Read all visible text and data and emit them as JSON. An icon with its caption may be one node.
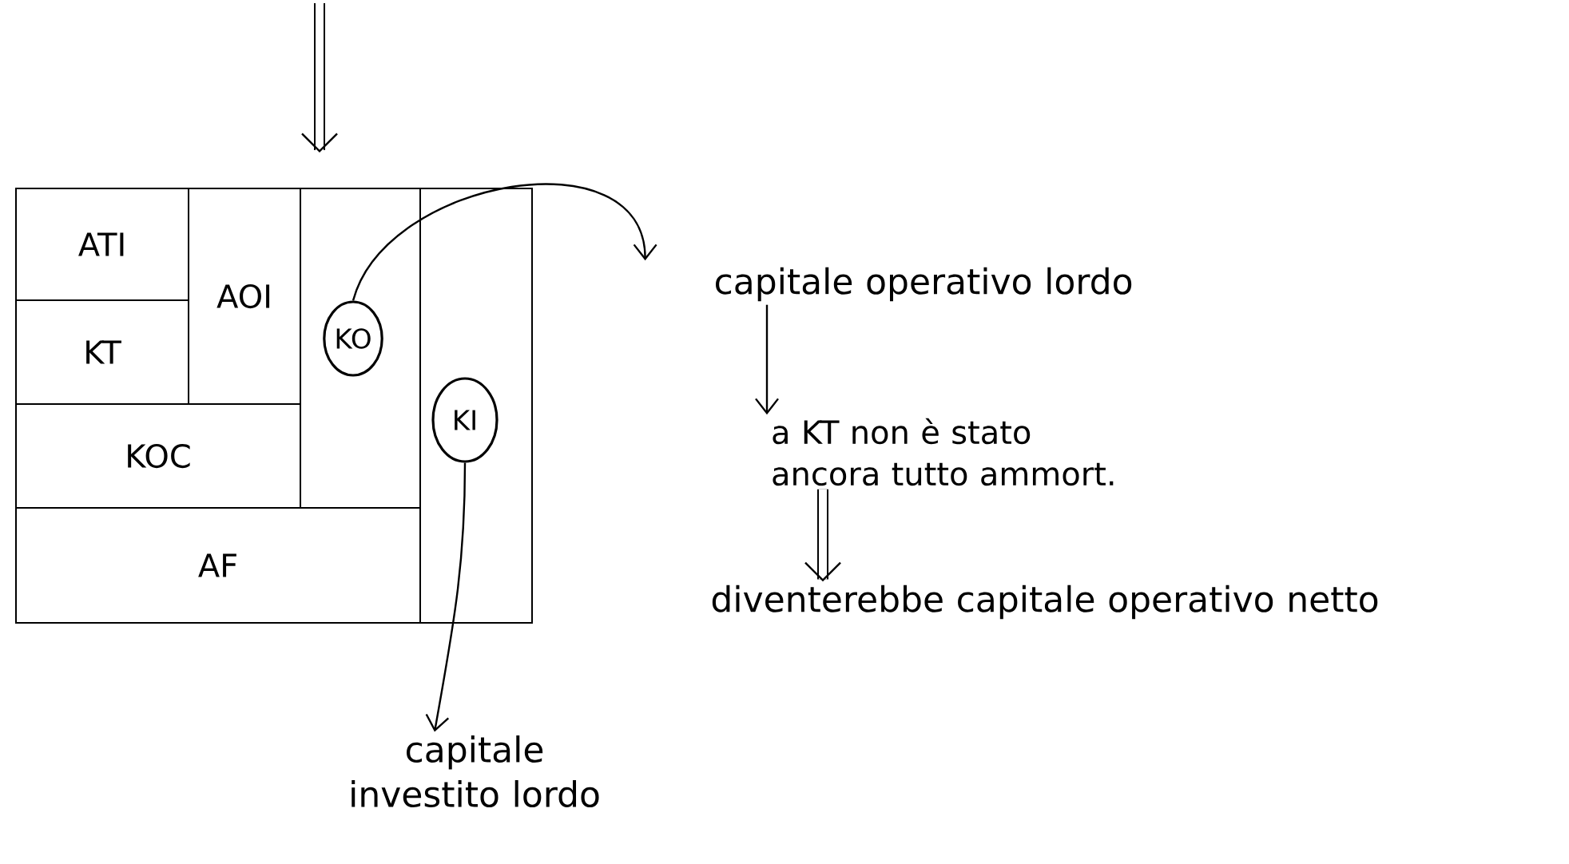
{
  "diagram": {
    "nodes": [
      {
        "text": [],
        "shape": "box"
      },
      {
        "text": [
          "ATI"
        ],
        "in": 0
      },
      {
        "text": [
          "KT"
        ],
        "in": 0
      },
      {
        "text": [
          "AOI"
        ],
        "in": 0
      },
      {
        "text": [
          "KOC"
        ],
        "in": 0
      },
      {
        "text": [],
        "shape": "box",
        "in": 0
      },
      {
        "text": [
          "KO"
        ],
        "in": 5
      },
      {
        "text": [
          "AF"
        ],
        "in": 0
      },
      {
        "text": [
          "KI"
        ],
        "in": 0
      },
      {
        "text": [
          "capitale operativo lordo"
        ]
      },
      {
        "text": [
          "a KT non è stato ancora tutto ammort."
        ]
      },
      {
        "text": [
          "diventerebbe capitale operativo netto"
        ]
      },
      {
        "text": [
          "capitale investito lordo"
        ]
      }
    ],
    "edges": [
      {
        "from": null,
        "to": 0,
        "arrow": "to",
        "style": "thick"
      },
      {
        "from": 6,
        "to": 9,
        "arrow": "to"
      },
      {
        "from": 8,
        "to": 12,
        "arrow": "to"
      },
      {
        "from": 9,
        "to": 10,
        "arrow": "to"
      },
      {
        "from": 10,
        "to": 11,
        "arrow": "to",
        "style": "thick"
      }
    ]
  }
}
